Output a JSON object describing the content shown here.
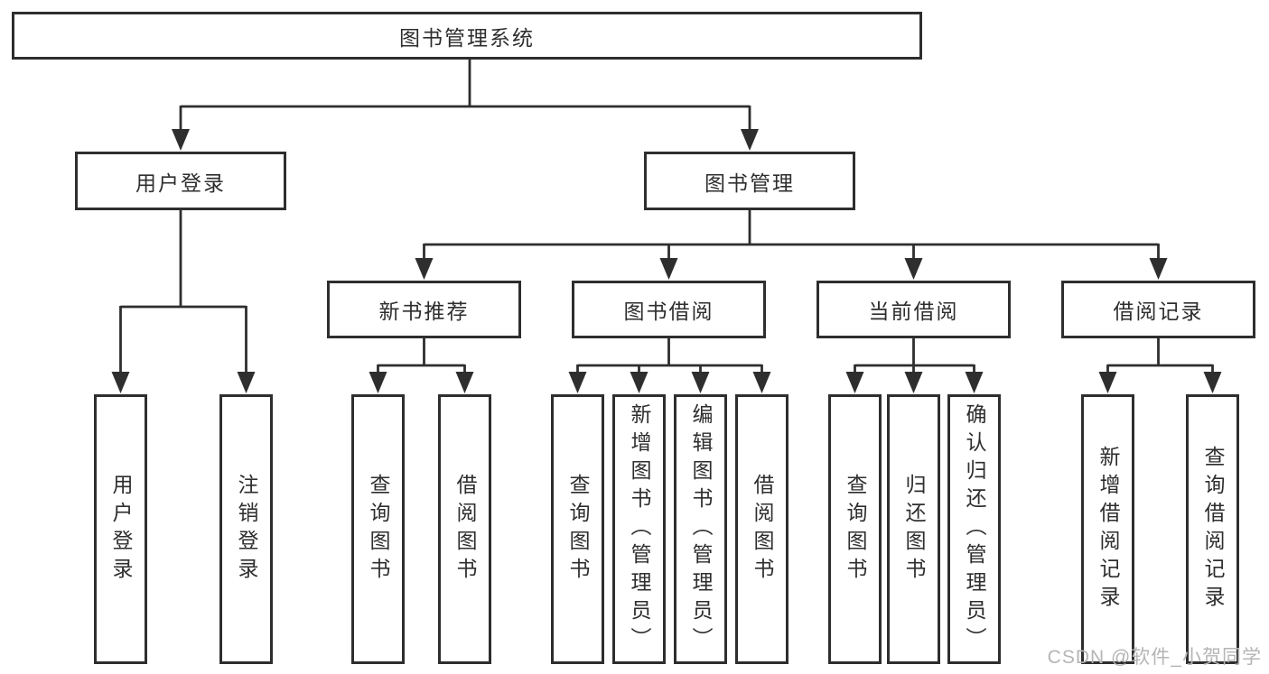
{
  "diagram": {
    "root": {
      "label": "图书管理系统"
    },
    "branches": [
      {
        "label": "用户登录",
        "leaves": [
          {
            "label": "用户登录"
          },
          {
            "label": "注销登录"
          }
        ]
      },
      {
        "label": "图书管理",
        "children": [
          {
            "label": "新书推荐",
            "leaves": [
              {
                "label": "查询图书"
              },
              {
                "label": "借阅图书"
              }
            ]
          },
          {
            "label": "图书借阅",
            "leaves": [
              {
                "label": "查询图书"
              },
              {
                "label": "新增图书（管理员）"
              },
              {
                "label": "编辑图书（管理员）"
              },
              {
                "label": "借阅图书"
              }
            ]
          },
          {
            "label": "当前借阅",
            "leaves": [
              {
                "label": "查询图书"
              },
              {
                "label": "归还图书"
              },
              {
                "label": "确认归还（管理员）"
              }
            ]
          },
          {
            "label": "借阅记录",
            "leaves": [
              {
                "label": "新增借阅记录"
              },
              {
                "label": "查询借阅记录"
              }
            ]
          }
        ]
      }
    ]
  },
  "watermark": {
    "text": "CSDN @软件_小贺同学"
  },
  "colors": {
    "line": "#2e2e2e",
    "text": "#2e2e2e",
    "box_background": "#ffffff",
    "watermark": "#b5b5b5"
  }
}
